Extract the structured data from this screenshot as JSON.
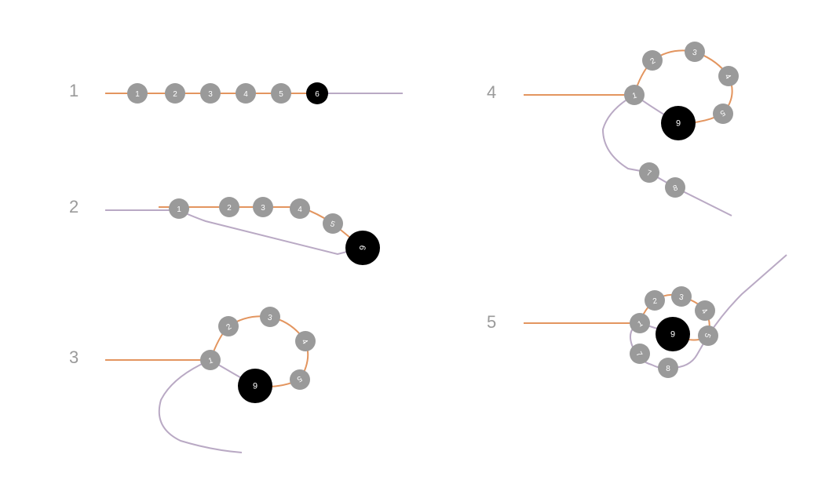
{
  "colors": {
    "orange_thread": "#e3955f",
    "purple_thread": "#b9a9c4",
    "bead_gray": "#9a9a9a",
    "bead_black": "#000000",
    "label_gray": "#9a9a9a"
  },
  "steps": [
    {
      "label": "1",
      "beads": [
        "1",
        "2",
        "3",
        "4",
        "5",
        "6"
      ]
    },
    {
      "label": "2",
      "beads": [
        "1",
        "2",
        "3",
        "4",
        "5",
        "6"
      ]
    },
    {
      "label": "3",
      "beads": [
        "1",
        "2",
        "3",
        "4",
        "5",
        "6"
      ]
    },
    {
      "label": "4",
      "beads": [
        "1",
        "2",
        "3",
        "4",
        "5",
        "6",
        "7",
        "8"
      ]
    },
    {
      "label": "5",
      "beads": [
        "1",
        "2",
        "3",
        "4",
        "5",
        "6",
        "7",
        "8"
      ]
    }
  ]
}
